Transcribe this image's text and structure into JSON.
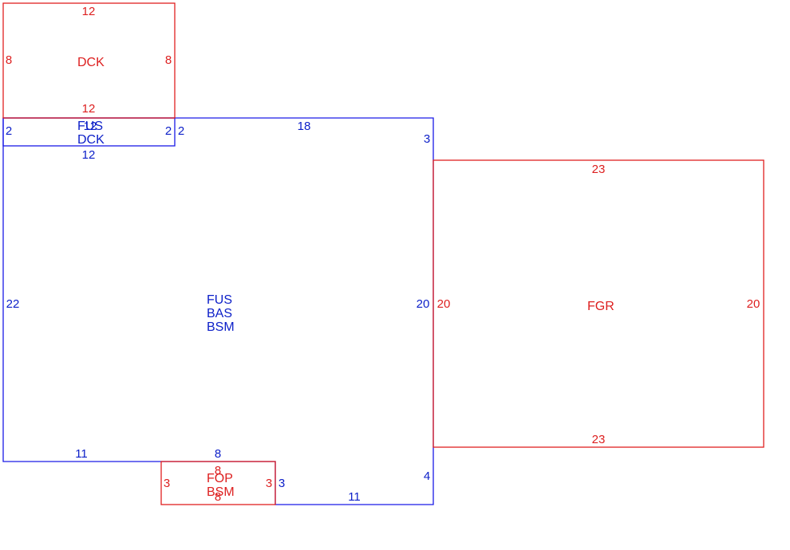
{
  "colors": {
    "living_area": "#1a1ae6",
    "other_area": "#e02020"
  },
  "areas": {
    "dck": {
      "labels": [
        "DCK"
      ],
      "dims": {
        "top": "12",
        "left": "8",
        "right": "8",
        "bottom": "12"
      }
    },
    "fus_dck": {
      "labels": [
        "FUS",
        "DCK"
      ],
      "dims": {
        "top": "12",
        "left": "2",
        "right": "2",
        "bottom": "12"
      }
    },
    "fus_main": {
      "labels": [
        "FUS",
        "BAS",
        "BSM"
      ],
      "dims": {
        "top": "18",
        "top_left": "2",
        "top_right": "3",
        "left": "22",
        "right": "20",
        "bottom_left": "11",
        "notch": "8",
        "notch_right": "3",
        "bottom_right": "11",
        "right_lower": "4"
      }
    },
    "fgr": {
      "labels": [
        "FGR"
      ],
      "dims": {
        "top": "23",
        "bottom": "23",
        "left": "20",
        "right": "20"
      }
    },
    "fop": {
      "labels": [
        "FOP",
        "BSM"
      ],
      "dims": {
        "top": "8",
        "bottom": "8",
        "left": "3",
        "right": "3"
      }
    }
  }
}
